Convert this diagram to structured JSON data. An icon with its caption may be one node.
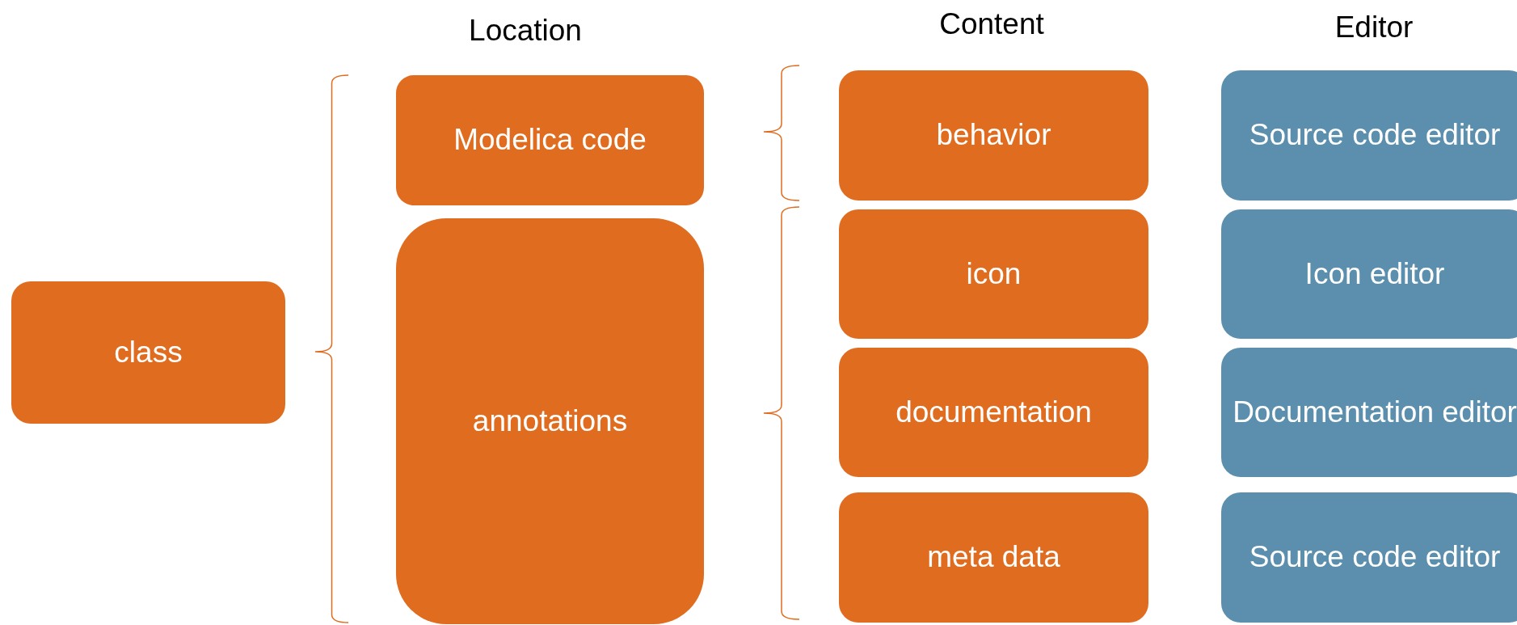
{
  "diagram": {
    "nodes": [
      {
        "text": [
          "class"
        ]
      },
      {
        "text": [
          "Modelica code"
        ]
      },
      {
        "text": [
          "annotations"
        ]
      },
      {
        "text": [
          "behavior"
        ]
      },
      {
        "text": [
          "icon"
        ]
      },
      {
        "text": [
          "documentation"
        ]
      },
      {
        "text": [
          "meta data"
        ]
      },
      {
        "text": [
          "Source code editor"
        ]
      },
      {
        "text": [
          "Icon editor"
        ]
      },
      {
        "text": [
          "Documentation editor"
        ]
      },
      {
        "text": [
          "Source code editor"
        ]
      }
    ],
    "edges": [],
    "labels": [
      "Location",
      "Content",
      "Editor"
    ]
  }
}
